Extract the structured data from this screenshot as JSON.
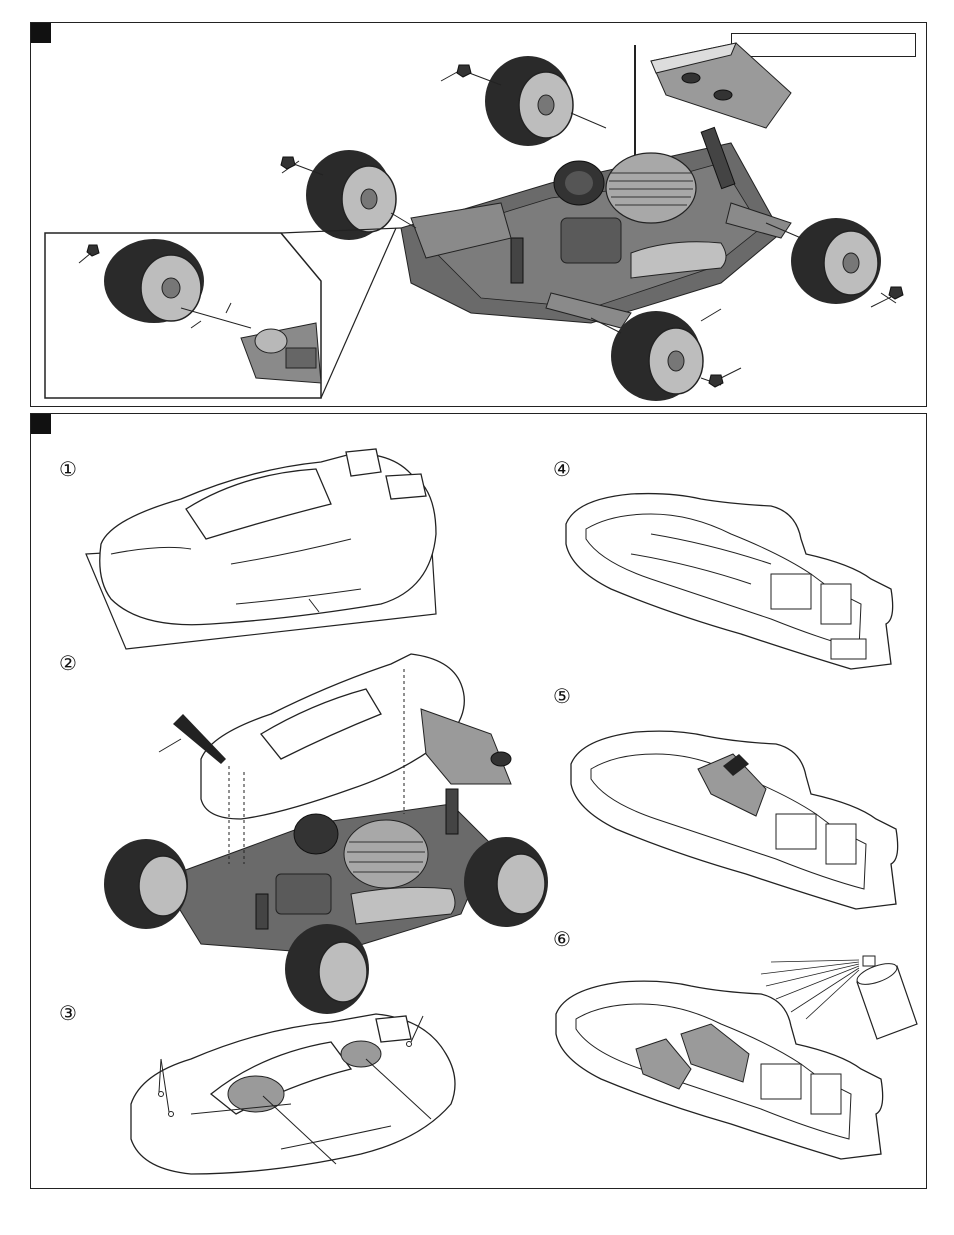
{
  "page": {
    "top_panel": {
      "step_tab": "",
      "label_box": ""
    },
    "bottom_panel": {
      "step_tab": ""
    },
    "steps": [
      {
        "number": "①"
      },
      {
        "number": "②"
      },
      {
        "number": "③"
      },
      {
        "number": "④"
      },
      {
        "number": "⑤"
      },
      {
        "number": "⑥"
      }
    ]
  },
  "colors": {
    "ink": "#111111",
    "paper": "#ffffff",
    "tone": "#9a9a9a"
  }
}
